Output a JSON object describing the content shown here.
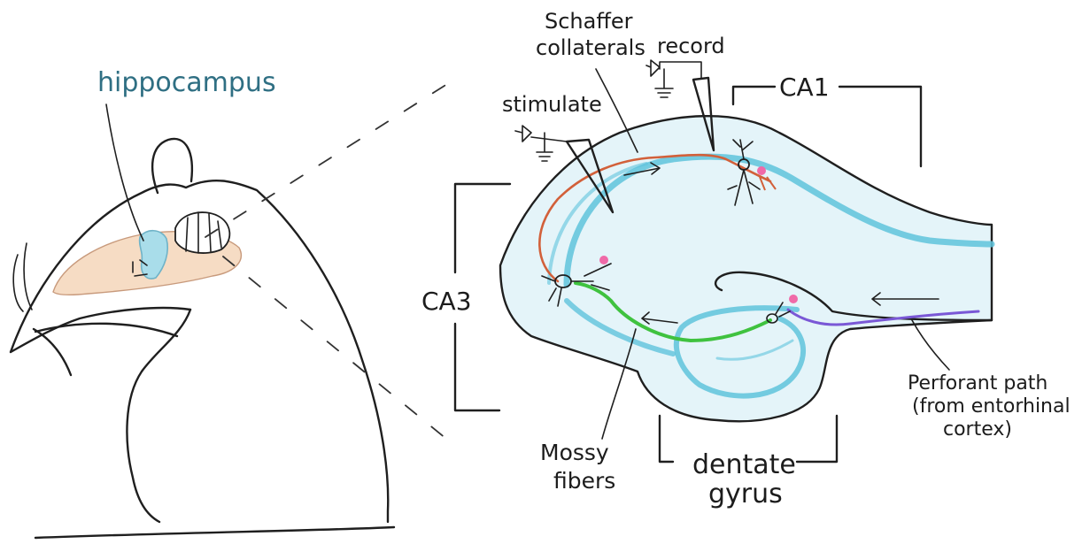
{
  "labels": {
    "hippocampus": "hippocampus",
    "schaffer_line1": "Schaffer",
    "schaffer_line2": "collaterals",
    "record": "record",
    "stimulate": "stimulate",
    "ca1": "CA1",
    "ca3": "CA3",
    "mossy_line1": "Mossy",
    "mossy_line2": "fibers",
    "dentate_line1": "dentate",
    "dentate_line2": "gyrus",
    "perforant_line1": "Perforant path",
    "perforant_line2": "(from entorhinal",
    "perforant_line3": "cortex)"
  },
  "colors": {
    "ink": "#1f1f1f",
    "hippocampus_label": "#2f6f83",
    "cell_layer_blue": "#5fc3dc",
    "tissue_fill": "#e4f4f9",
    "brain_fill": "#f6dcc4",
    "hippocampus_fill": "#a9ddea",
    "schaffer_orange": "#d2603a",
    "mossy_green": "#3fc23f",
    "perforant_purple": "#7a58d6",
    "neuron_pink": "#f06aa8"
  }
}
